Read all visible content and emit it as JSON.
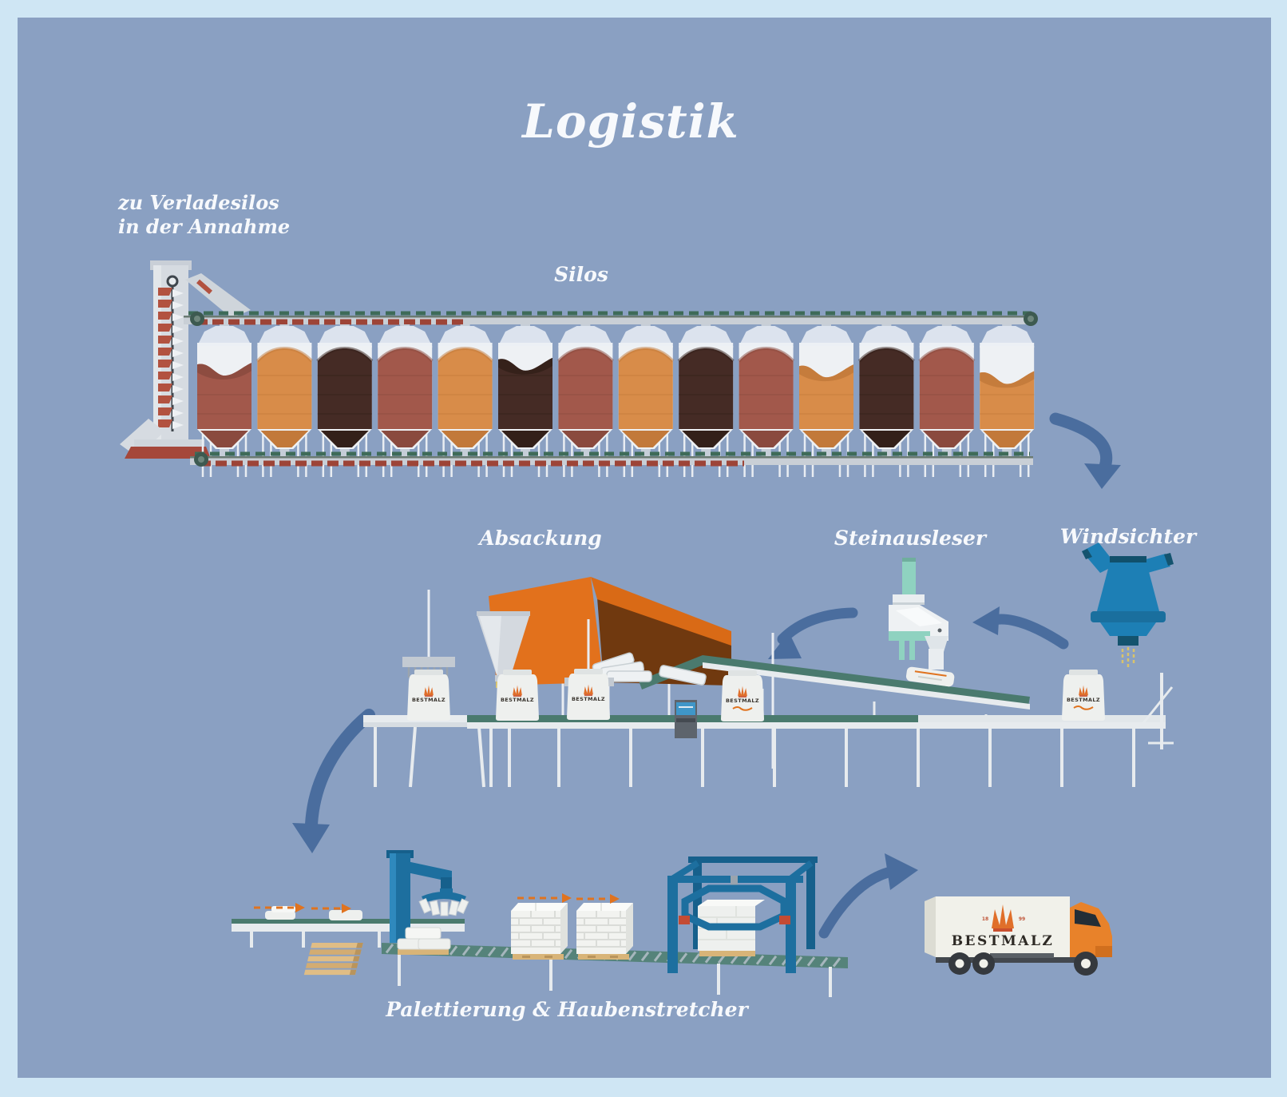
{
  "title": "Logistik",
  "labels": {
    "annahme_line1": "zu Verladesilos",
    "annahme_line2": "in der Annahme",
    "silos": "Silos",
    "absackung": "Absackung",
    "steinausleser": "Steinausleser",
    "windsichter": "Windsichter",
    "palettierung": "Palettierung & Haubenstretcher"
  },
  "branding": {
    "name": "BESTMALZ",
    "bag_name": "BESTMALZ",
    "year_left": "18",
    "year_right": "99"
  },
  "flow_order": [
    "Silos",
    "Windsichter",
    "Steinausleser",
    "Absackung",
    "Palettierung & Haubenstretcher"
  ],
  "silos": {
    "count": 14,
    "palette": {
      "redbrown": {
        "main": "#a2584b",
        "dark": "#8a4a3e"
      },
      "orange": {
        "main": "#d88c49",
        "dark": "#c2793a"
      },
      "darkbrown": {
        "main": "#452b25",
        "dark": "#332019"
      }
    },
    "items": [
      {
        "color": "redbrown",
        "level": 0.72
      },
      {
        "color": "orange",
        "level": 1.0
      },
      {
        "color": "darkbrown",
        "level": 1.0
      },
      {
        "color": "redbrown",
        "level": 1.0
      },
      {
        "color": "orange",
        "level": 1.0
      },
      {
        "color": "darkbrown",
        "level": 0.78
      },
      {
        "color": "redbrown",
        "level": 1.0
      },
      {
        "color": "orange",
        "level": 1.0
      },
      {
        "color": "darkbrown",
        "level": 1.0
      },
      {
        "color": "redbrown",
        "level": 1.0
      },
      {
        "color": "orange",
        "level": 0.7
      },
      {
        "color": "darkbrown",
        "level": 1.0
      },
      {
        "color": "redbrown",
        "level": 1.0
      },
      {
        "color": "orange",
        "level": 0.62
      }
    ]
  },
  "colors": {
    "frame": "#cfe6f4",
    "panel_bg": "#8aa0c2",
    "flow_arrow": "#4a6d9e",
    "direction_arrow": "#e0731f",
    "machine_blue": "#1d7fb5",
    "gantry_blue": "#1d6f9f",
    "mint": "#8fd2c0",
    "tent_orange": "#e2711c",
    "tent_interior": "#70390f",
    "conveyor_teal": "#4a7a6e",
    "belt_green_dash": "#3e6b58",
    "belt_red_dash": "#9d4437",
    "pallet_wood": "#dcb87e",
    "truck_cab": "#e8822a",
    "bag_white": "#eef0ee"
  },
  "icons": {
    "flow_arrow": "curved-flow-arrow",
    "direction_arrow": "dashed-direction-arrow",
    "crown": "bestmalz-crown-icon"
  }
}
